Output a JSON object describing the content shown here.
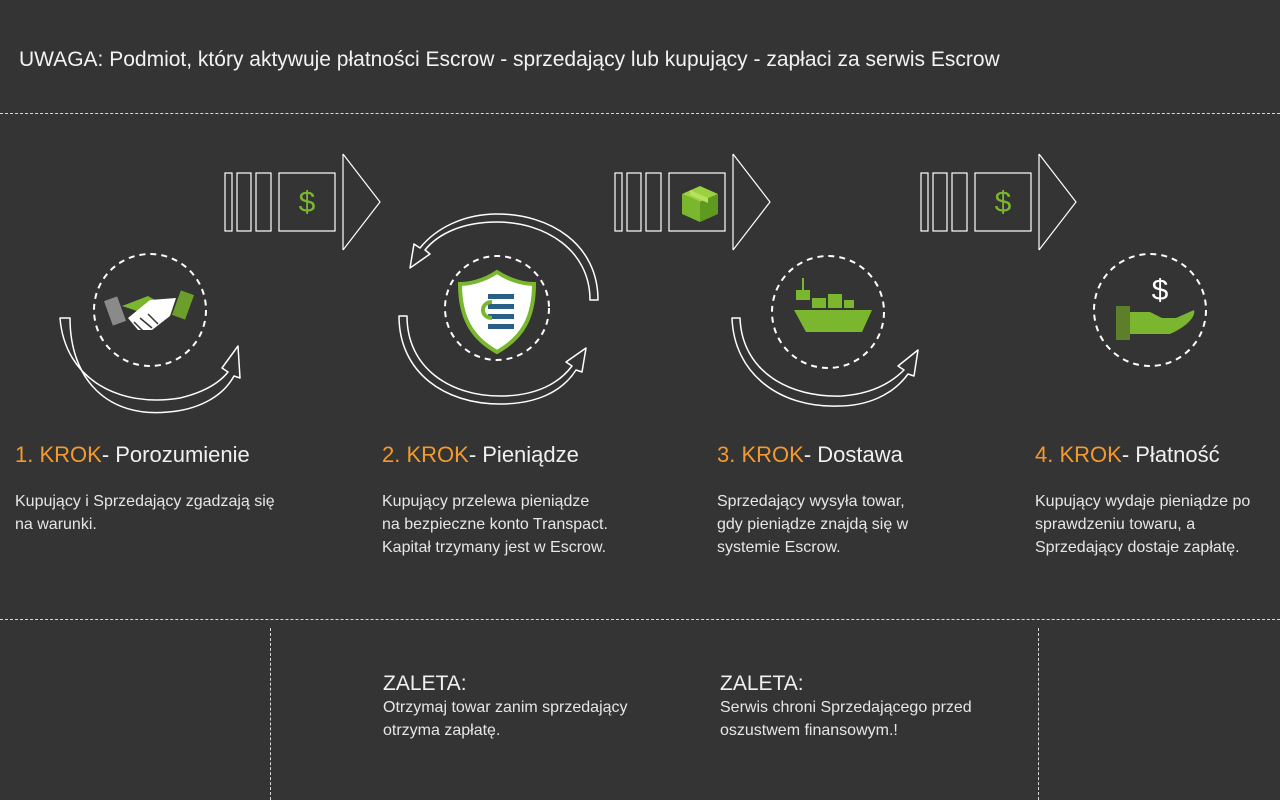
{
  "notice": "UWAGA: Podmiot, który aktywuje płatności Escrow - sprzedający lub kupujący - zapłaci za serwis Escrow",
  "colors": {
    "background": "#343434",
    "accent_green": "#7ab72e",
    "accent_orange": "#f39a2e",
    "line": "#d8d8d8"
  },
  "transfers": [
    {
      "icon": "dollar-icon",
      "symbol": "$"
    },
    {
      "icon": "package-box-icon"
    },
    {
      "icon": "dollar-icon",
      "symbol": "$"
    }
  ],
  "steps": [
    {
      "number": "1. KROK",
      "title": "- Porozumienie",
      "icon": "handshake-icon",
      "description": "Kupujący i Sprzedający zgadzają się\nna warunki."
    },
    {
      "number": "2. KROK",
      "title": "- Pieniądze",
      "icon": "shield-escrow-icon",
      "description": "Kupujący przelewa pieniądze\nna bezpieczne konto Transpact.\nKapitał trzymany jest w Escrow."
    },
    {
      "number": "3. KROK",
      "title": "- Dostawa",
      "icon": "cargo-ship-icon",
      "description": "Sprzedający wysyła towar,\ngdy pieniądze znajdą się w\nsystemie Escrow."
    },
    {
      "number": "4. KROK",
      "title": "- Płatność",
      "icon": "hand-dollar-icon",
      "symbol": "$",
      "description": "Kupujący wydaje pieniądze po\nsprawdzeniu towaru, a\nSprzedający dostaje zapłatę."
    }
  ],
  "advantages": [
    {
      "title": "ZALETA:",
      "text": "Otrzymaj towar zanim sprzedający\notrzyma zapłatę."
    },
    {
      "title": "ZALETA:",
      "text": "Serwis chroni Sprzedającego przed\noszustwem finansowym.!"
    }
  ]
}
